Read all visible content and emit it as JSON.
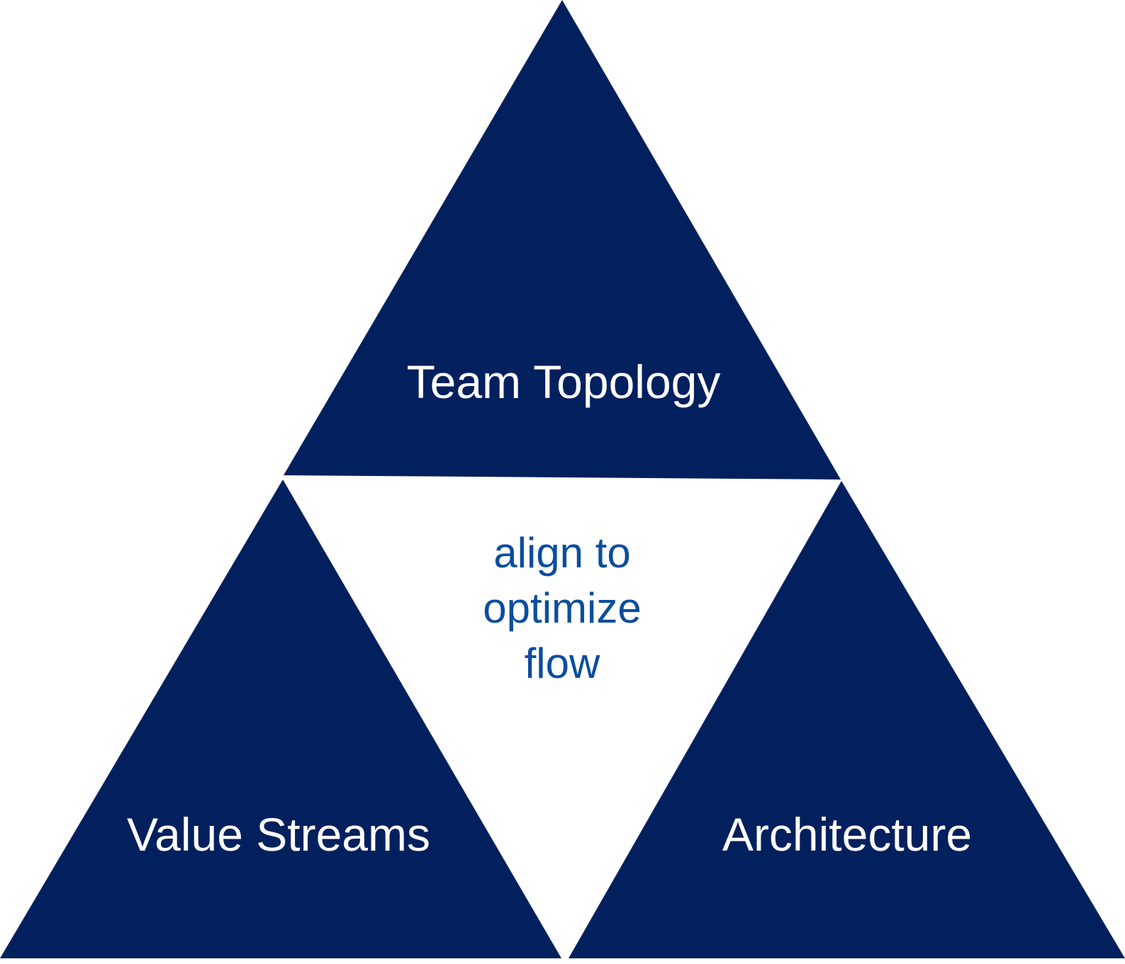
{
  "colors": {
    "triangle_fill": "#03205e",
    "center_text": "#0b4d9e",
    "background": "#ffffff"
  },
  "diagram": {
    "top_triangle": {
      "label": "Team Topology"
    },
    "left_triangle": {
      "label": "Value Streams"
    },
    "right_triangle": {
      "label": "Architecture"
    },
    "center": {
      "lines": [
        "align to",
        "optimize",
        "flow"
      ]
    }
  }
}
